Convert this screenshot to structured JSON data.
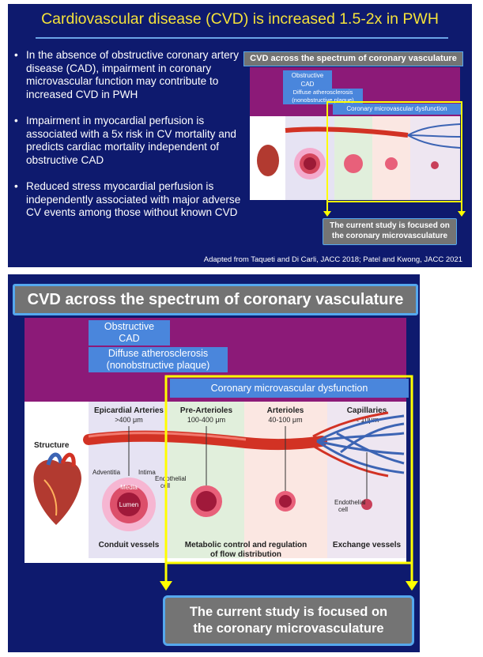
{
  "slide": {
    "title": "Cardiovascular disease (CVD) is increased 1.5-2x in PWH",
    "bullets": [
      "In the absence of obstructive coronary artery disease (CAD), impairment in coronary microvascular function may contribute to increased CVD in PWH",
      "Impairment in myocardial perfusion is associated with a 5x risk in CV mortality and predicts cardiac mortality independent of obstructive CAD",
      "Reduced stress myocardial perfusion is independently associated with major adverse CV events among those without known CVD"
    ],
    "footer": "Adapted from Taqueti and Di Carli, JACC 2018; Patel and Kwong, JACC 2021"
  },
  "diagram": {
    "title": "CVD across the spectrum of coronary vasculature",
    "obstructive_cad": "Obstructive CAD",
    "obstructive_cad_lines": [
      "Obstructive",
      "CAD"
    ],
    "diffuse_lines": [
      "Diffuse atherosclerosis",
      "(nonobstructive plaque)"
    ],
    "microvascular": "Coronary microvascular dysfunction",
    "callout_lines": [
      "The current study is focused on",
      "the coronary microvasculature"
    ],
    "structure_label": "Structure",
    "segments": [
      {
        "name": "Epicardial Arteries",
        "size": ">400 μm"
      },
      {
        "name": "Pre-Arterioles",
        "size": "100-400 μm"
      },
      {
        "name": "Arterioles",
        "size": "40-100 μm"
      },
      {
        "name": "Capillaries",
        "size": "< 10μm"
      }
    ],
    "layer_labels": {
      "adventitia": "Adventitia",
      "intima": "Intima",
      "media": "Media",
      "lumen": "Lumen",
      "endothelial_cell": "Endothelial cell"
    },
    "endothelial_lines": [
      "Endothelial",
      "cell"
    ],
    "bottom_labels": {
      "conduit": "Conduit vessels",
      "metabolic": "Metabolic control and regulation of flow distribution",
      "metabolic_lines": [
        "Metabolic control and regulation",
        "of flow distribution"
      ],
      "exchange": "Exchange vessels"
    },
    "colors": {
      "purple": "#8c1a78",
      "panel_blue": "#4a86dc",
      "yellow": "#ffff00",
      "navy": "#0e1a6e",
      "vessel_red": "#d23224",
      "capillary_blue": "#3c64b4"
    }
  }
}
